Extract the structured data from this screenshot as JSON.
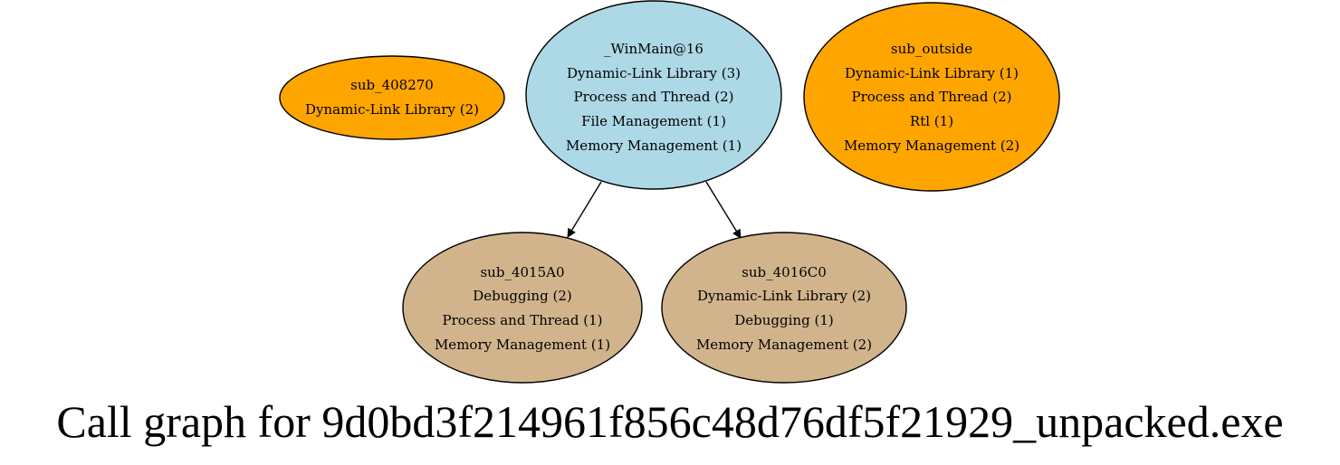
{
  "diagram": {
    "title": "Call graph for 9d0bd3f214961f856c48d76df5f21929_unpacked.exe",
    "nodes": [
      {
        "id": "sub_408270",
        "color": "#ffa500",
        "lines": [
          "sub_408270",
          "Dynamic-Link Library (2)"
        ]
      },
      {
        "id": "_WinMain@16",
        "color": "#add8e6",
        "lines": [
          "_WinMain@16",
          "Dynamic-Link Library (3)",
          "Process and Thread (2)",
          "File Management (1)",
          "Memory Management (1)"
        ]
      },
      {
        "id": "sub_outside",
        "color": "#ffa500",
        "lines": [
          "sub_outside",
          "Dynamic-Link Library (1)",
          "Process and Thread (2)",
          "Rtl (1)",
          "Memory Management (2)"
        ]
      },
      {
        "id": "sub_4015A0",
        "color": "#d2b48c",
        "lines": [
          "sub_4015A0",
          "Debugging (2)",
          "Process and Thread (1)",
          "Memory Management (1)"
        ]
      },
      {
        "id": "sub_4016C0",
        "color": "#d2b48c",
        "lines": [
          "sub_4016C0",
          "Dynamic-Link Library (2)",
          "Debugging (1)",
          "Memory Management (2)"
        ]
      }
    ],
    "edges": [
      {
        "from": "_WinMain@16",
        "to": "sub_4015A0"
      },
      {
        "from": "_WinMain@16",
        "to": "sub_4016C0"
      }
    ]
  }
}
